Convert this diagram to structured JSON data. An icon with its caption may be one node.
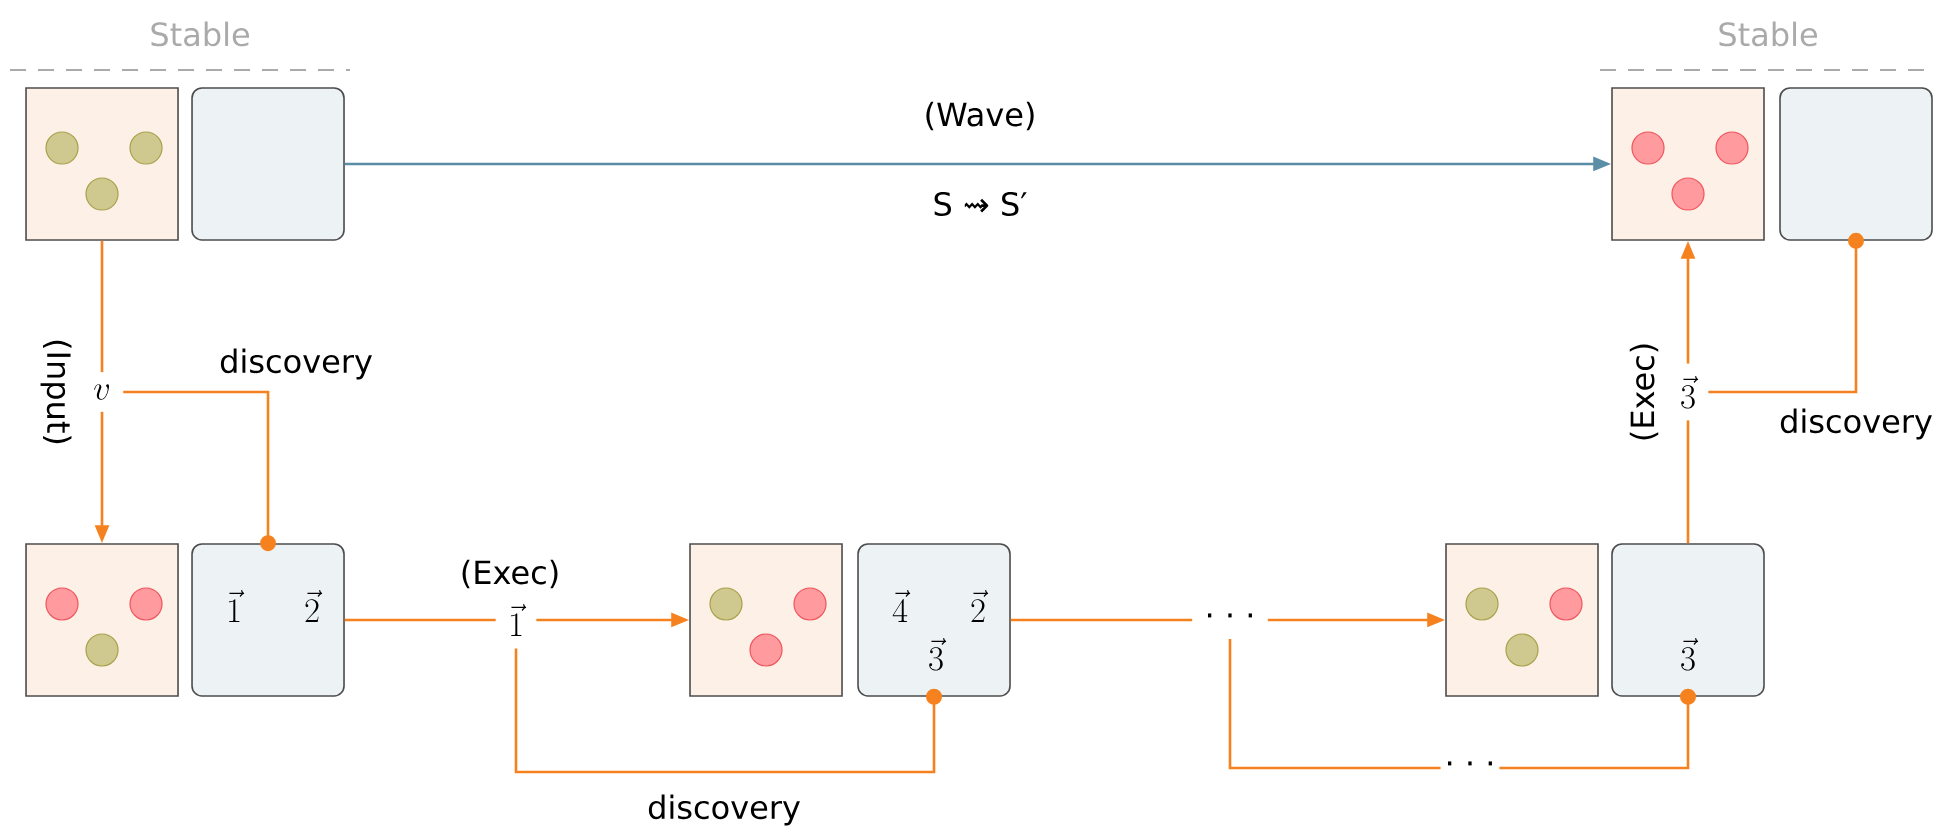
{
  "diagram": {
    "nodes": [
      {
        "text": [],
        "shape": "box"
      },
      {
        "text": [],
        "shape": "box"
      },
      {
        "text": [],
        "shape": "box"
      },
      {
        "text": [],
        "shape": "box"
      },
      {
        "text": [
          "v"
        ]
      },
      {
        "text": [
          "\\vec{3}"
        ]
      },
      {
        "text": [],
        "shape": "box"
      },
      {
        "text": [
          "\\vec{1}",
          "\\vec{2}"
        ]
      },
      {
        "text": [
          "\\vec{1}"
        ]
      },
      {
        "text": [],
        "shape": "box"
      },
      {
        "text": [
          "\\vec{4}",
          "\\vec{2}",
          "\\vec{3}"
        ]
      },
      {
        "text": [
          "· · ·"
        ]
      },
      {
        "text": [],
        "shape": "box"
      },
      {
        "text": [
          "\\vec{3}"
        ]
      }
    ],
    "edges": [
      {
        "from": 1,
        "to": 2,
        "arrow": "to",
        "label": "(Wave)",
        "color": "#5b8ea6"
      },
      {
        "from": 0,
        "to": 4,
        "arrow": "none"
      },
      {
        "from": 4,
        "to": 6,
        "arrow": "to"
      },
      {
        "from": 4,
        "to": 7,
        "arrow": "other",
        "label": "discovery"
      },
      {
        "from": 7,
        "to": 8,
        "arrow": "none"
      },
      {
        "from": 8,
        "to": 9,
        "arrow": "to"
      },
      {
        "from": 8,
        "to": 10,
        "arrow": "other",
        "label": "discovery"
      },
      {
        "from": 10,
        "to": 11,
        "arrow": "none"
      },
      {
        "from": 11,
        "to": 12,
        "arrow": "to"
      },
      {
        "from": 11,
        "to": 13,
        "arrow": "other",
        "label": "· · ·"
      },
      {
        "from": 13,
        "to": 5,
        "arrow": "none"
      },
      {
        "from": 5,
        "to": 2,
        "arrow": "to"
      },
      {
        "from": 5,
        "to": 3,
        "arrow": "other",
        "label": "discovery"
      }
    ],
    "labels": [
      "Stable",
      "Stable",
      "S ⇝ S′",
      "(Input)",
      "(Exec)",
      "(Exec)"
    ]
  }
}
